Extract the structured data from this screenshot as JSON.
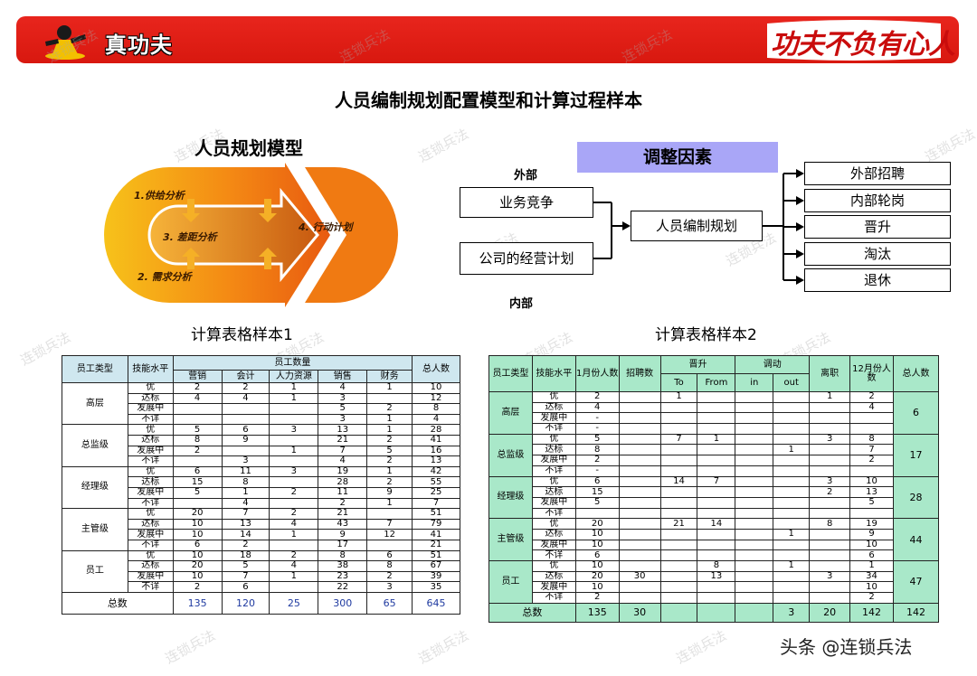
{
  "header": {
    "logo_text": "真功夫",
    "slogan": "功夫不负有心人"
  },
  "watermark": "连锁兵法",
  "page_title": "人员编制规划配置模型和计算过程样本",
  "model": {
    "title": "人员规划模型",
    "steps": [
      "1.供给分析",
      "3. 差距分析",
      "4. 行动计划",
      "2. 需求分析"
    ]
  },
  "factors": {
    "title": "调整因素",
    "external_label": "外部",
    "internal_label": "内部",
    "inputs": [
      "业务竞争",
      "公司的经营计划"
    ],
    "center": "人员编制规划",
    "outputs": [
      "外部招聘",
      "内部轮岗",
      "晋升",
      "淘汰",
      "退休"
    ]
  },
  "table1": {
    "caption": "计算表格样本1",
    "head": {
      "type": "员工类型",
      "level": "技能水平",
      "group": "员工数量",
      "total": "总人数",
      "cols": [
        "营销",
        "会计",
        "人力资源",
        "销售",
        "财务"
      ]
    },
    "groups": [
      {
        "type": "高层",
        "rows": [
          {
            "lvl": "优",
            "v": [
              "2",
              "2",
              "1",
              "4",
              "1"
            ],
            "t": "10"
          },
          {
            "lvl": "达标",
            "v": [
              "4",
              "4",
              "1",
              "3",
              ""
            ],
            "t": "12"
          },
          {
            "lvl": "发展中",
            "v": [
              "",
              "",
              "",
              "5",
              "2"
            ],
            "t": "8"
          },
          {
            "lvl": "不详",
            "v": [
              "",
              "",
              "",
              "3",
              "1"
            ],
            "t": "4"
          }
        ]
      },
      {
        "type": "总监级",
        "rows": [
          {
            "lvl": "优",
            "v": [
              "5",
              "6",
              "3",
              "13",
              "1"
            ],
            "t": "28"
          },
          {
            "lvl": "达标",
            "v": [
              "8",
              "9",
              "",
              "21",
              "2"
            ],
            "t": "41"
          },
          {
            "lvl": "发展中",
            "v": [
              "2",
              "",
              "1",
              "7",
              "5"
            ],
            "t": "16"
          },
          {
            "lvl": "不详",
            "v": [
              "",
              "3",
              "",
              "4",
              "2"
            ],
            "t": "13"
          }
        ]
      },
      {
        "type": "经理级",
        "rows": [
          {
            "lvl": "优",
            "v": [
              "6",
              "11",
              "3",
              "19",
              "1"
            ],
            "t": "42"
          },
          {
            "lvl": "达标",
            "v": [
              "15",
              "8",
              "",
              "28",
              "2"
            ],
            "t": "55"
          },
          {
            "lvl": "发展中",
            "v": [
              "5",
              "1",
              "2",
              "11",
              "9"
            ],
            "t": "25"
          },
          {
            "lvl": "不详",
            "v": [
              "",
              "4",
              "",
              "2",
              "1"
            ],
            "t": "7"
          }
        ]
      },
      {
        "type": "主管级",
        "rows": [
          {
            "lvl": "优",
            "v": [
              "20",
              "7",
              "2",
              "21",
              ""
            ],
            "t": "51"
          },
          {
            "lvl": "达标",
            "v": [
              "10",
              "13",
              "4",
              "43",
              "7"
            ],
            "t": "79"
          },
          {
            "lvl": "发展中",
            "v": [
              "10",
              "14",
              "1",
              "9",
              "12"
            ],
            "t": "41"
          },
          {
            "lvl": "不详",
            "v": [
              "6",
              "2",
              "",
              "17",
              ""
            ],
            "t": "21"
          }
        ]
      },
      {
        "type": "员工",
        "rows": [
          {
            "lvl": "优",
            "v": [
              "10",
              "18",
              "2",
              "8",
              "6"
            ],
            "t": "51"
          },
          {
            "lvl": "达标",
            "v": [
              "20",
              "5",
              "4",
              "38",
              "8"
            ],
            "t": "67"
          },
          {
            "lvl": "发展中",
            "v": [
              "10",
              "7",
              "1",
              "23",
              "2"
            ],
            "t": "39"
          },
          {
            "lvl": "不详",
            "v": [
              "2",
              "6",
              "",
              "22",
              "3"
            ],
            "t": "35"
          }
        ]
      }
    ],
    "total": {
      "label": "总数",
      "v": [
        "135",
        "120",
        "25",
        "300",
        "65"
      ],
      "t": "645"
    }
  },
  "table2": {
    "caption": "计算表格样本2",
    "head": {
      "type": "员工类型",
      "level": "技能水平",
      "jan": "1月份人数",
      "hire": "招聘数",
      "promote": "晋升",
      "transfer": "调动",
      "leave": "离职",
      "dec": "12月份人数",
      "total": "总人数",
      "to": "To",
      "from": "From",
      "in": "in",
      "out": "out"
    },
    "groups": [
      {
        "type": "高层",
        "t": "6",
        "rows": [
          {
            "lvl": "优",
            "v": [
              "2",
              "",
              "1",
              "",
              "",
              "",
              "1",
              "2"
            ]
          },
          {
            "lvl": "达标",
            "v": [
              "4",
              "",
              "",
              "",
              "",
              "",
              "",
              "4"
            ]
          },
          {
            "lvl": "发展中",
            "v": [
              "-",
              "",
              "",
              "",
              "",
              "",
              "",
              ""
            ]
          },
          {
            "lvl": "不详",
            "v": [
              "-",
              "",
              "",
              "",
              "",
              "",
              "",
              ""
            ]
          }
        ]
      },
      {
        "type": "总监级",
        "t": "17",
        "rows": [
          {
            "lvl": "优",
            "v": [
              "5",
              "",
              "7",
              "1",
              "",
              "",
              "3",
              "8"
            ]
          },
          {
            "lvl": "达标",
            "v": [
              "8",
              "",
              "",
              "",
              "",
              "1",
              "",
              "7"
            ]
          },
          {
            "lvl": "发展中",
            "v": [
              "2",
              "",
              "",
              "",
              "",
              "",
              "",
              "2"
            ]
          },
          {
            "lvl": "不详",
            "v": [
              "-",
              "",
              "",
              "",
              "",
              "",
              "",
              ""
            ]
          }
        ]
      },
      {
        "type": "经理级",
        "t": "28",
        "rows": [
          {
            "lvl": "优",
            "v": [
              "6",
              "",
              "14",
              "7",
              "",
              "",
              "3",
              "10"
            ]
          },
          {
            "lvl": "达标",
            "v": [
              "15",
              "",
              "",
              "",
              "",
              "",
              "2",
              "13"
            ]
          },
          {
            "lvl": "发展中",
            "v": [
              "5",
              "",
              "",
              "",
              "",
              "",
              "",
              "5"
            ]
          },
          {
            "lvl": "不详",
            "v": [
              "",
              "",
              "",
              "",
              "",
              "",
              "",
              ""
            ]
          }
        ]
      },
      {
        "type": "主管级",
        "t": "44",
        "rows": [
          {
            "lvl": "优",
            "v": [
              "20",
              "",
              "21",
              "14",
              "",
              "",
              "8",
              "19"
            ]
          },
          {
            "lvl": "达标",
            "v": [
              "10",
              "",
              "",
              "",
              "",
              "1",
              "",
              "9"
            ]
          },
          {
            "lvl": "发展中",
            "v": [
              "10",
              "",
              "",
              "",
              "",
              "",
              "",
              "10"
            ]
          },
          {
            "lvl": "不详",
            "v": [
              "6",
              "",
              "",
              "",
              "",
              "",
              "",
              "6"
            ]
          }
        ]
      },
      {
        "type": "员工",
        "t": "47",
        "rows": [
          {
            "lvl": "优",
            "v": [
              "10",
              "",
              "",
              "8",
              "",
              "1",
              "",
              "1"
            ]
          },
          {
            "lvl": "达标",
            "v": [
              "20",
              "30",
              "",
              "13",
              "",
              "",
              "3",
              "34"
            ]
          },
          {
            "lvl": "发展中",
            "v": [
              "10",
              "",
              "",
              "",
              "",
              "",
              "",
              "10"
            ]
          },
          {
            "lvl": "不详",
            "v": [
              "2",
              "",
              "",
              "",
              "",
              "",
              "",
              "2"
            ]
          }
        ]
      }
    ],
    "total": {
      "label": "总数",
      "v": [
        "135",
        "30",
        "",
        "",
        "",
        "3",
        "20",
        "142"
      ],
      "t": "142"
    }
  },
  "credit": "头条 @连锁兵法",
  "colors": {
    "brand_red": "#d8180f",
    "factor_head": "#a9a6f7",
    "table1_head": "#cfe7ef",
    "table2_head": "#a9e8c9",
    "total_blue": "#1f3aa0"
  }
}
